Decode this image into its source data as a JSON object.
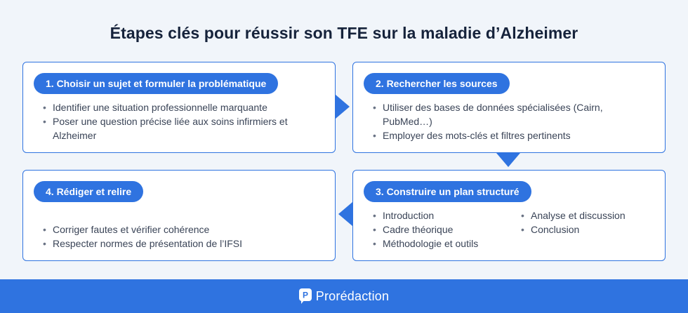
{
  "title": "Étapes clés pour réussir son TFE sur la maladie d’Alzheimer",
  "colors": {
    "accent": "#2f73e0",
    "background": "#f1f5fa",
    "card_background": "#ffffff",
    "text": "#3a4457",
    "title_text": "#16233b"
  },
  "steps": [
    {
      "label": "1. Choisir un sujet et formuler la problématique",
      "bullets": [
        "Identifier une situation professionnelle marquante",
        "Poser une question précise liée aux soins infirmiers et Alzheimer"
      ]
    },
    {
      "label": "2. Rechercher les sources",
      "bullets": [
        "Utiliser des bases de données spécialisées (Cairn, PubMed…)",
        "Employer des mots-clés et filtres pertinents"
      ]
    },
    {
      "label": "3. Construire un plan structuré",
      "bullets_col1": [
        "Introduction",
        "Cadre théorique",
        "Méthodologie et outils"
      ],
      "bullets_col2": [
        "Analyse et discussion",
        "Conclusion"
      ]
    },
    {
      "label": "4. Rédiger et relire",
      "bullets": [
        "Corriger fautes et vérifier cohérence",
        "Respecter normes de présentation de l’IFSI"
      ]
    }
  ],
  "connectors": [
    {
      "from": 1,
      "to": 2,
      "direction": "right"
    },
    {
      "from": 2,
      "to": 3,
      "direction": "down"
    },
    {
      "from": 3,
      "to": 4,
      "direction": "left"
    }
  ],
  "footer": {
    "brand_name": "Prorédaction",
    "logo_icon": "proredaction-logo-icon",
    "logo_letter": "P"
  }
}
